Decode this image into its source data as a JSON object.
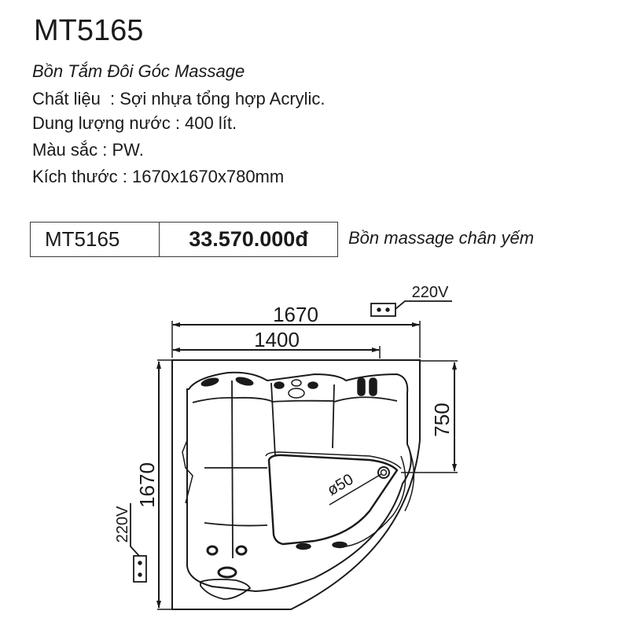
{
  "header": {
    "model_code": "MT5165"
  },
  "specs": {
    "product_name": "Bồn Tắm Đôi Góc Massage",
    "material": "Chất liệu  : Sợi nhựa tổng hợp Acrylic.",
    "capacity": "Dung lượng nước : 400 lít.",
    "color": "Màu sắc : PW.",
    "dimensions": "Kích thước : 1670x1670x780mm"
  },
  "price_table": {
    "code": "MT5165",
    "price": "33.570.000đ",
    "note": "Bồn massage chân yếm"
  },
  "drawing": {
    "dim_width_total": "1670",
    "dim_width_inner": "1400",
    "dim_height_total": "1670",
    "dim_right_offset": "750",
    "drain_diameter": "ø50",
    "power_label_top": "220V",
    "power_label_left": "220V"
  }
}
